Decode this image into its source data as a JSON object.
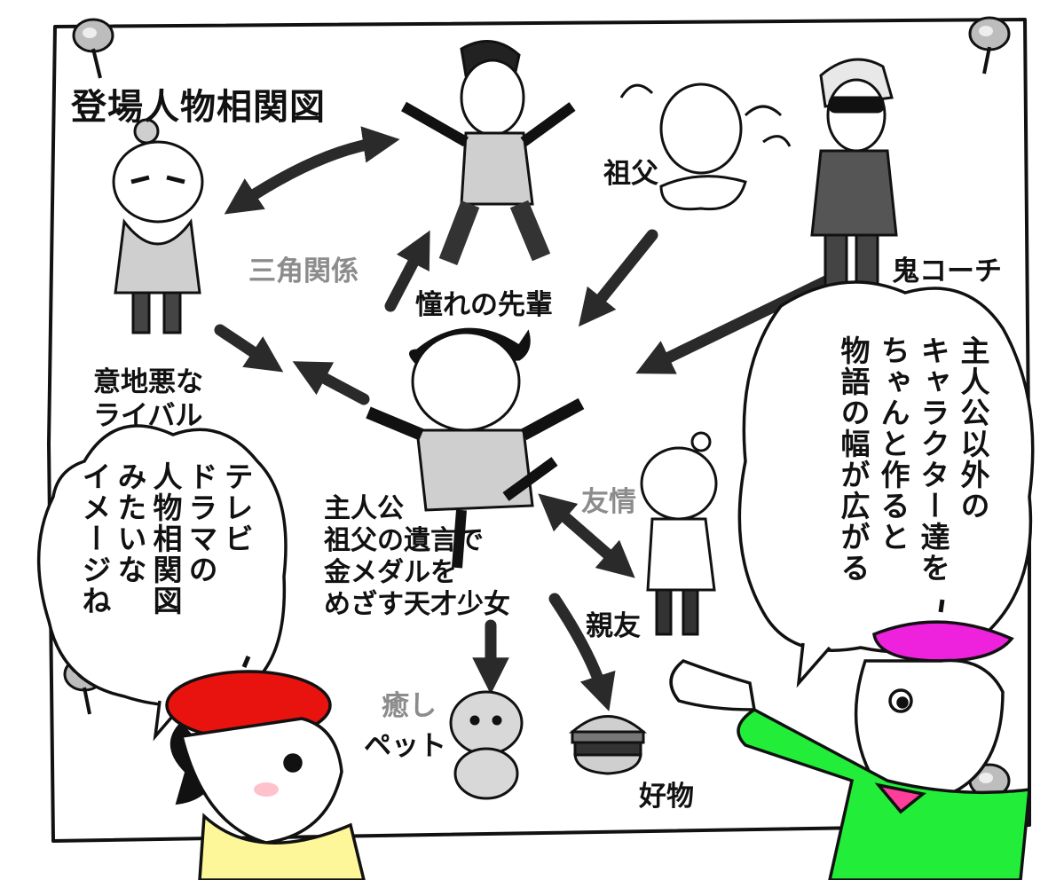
{
  "title": "登場人物相関図",
  "labels": {
    "senpai": "憧れの先輩",
    "grandfather": "祖父",
    "coach": "鬼コーチ",
    "triangle": "三角関係",
    "rival_1": "意地悪な",
    "rival_2": "ライバル",
    "friendship": "友情",
    "best_friend": "親友",
    "healing": "癒し",
    "pet": "ペット",
    "favorite_food": "好物"
  },
  "protagonist": {
    "line_1": "主人公",
    "line_2": "祖父の遺言で",
    "line_3": "金メダルを",
    "line_4": "めざす天才少女"
  },
  "bubble_left": {
    "col_1": "テレビ",
    "col_2": "ドラマの",
    "col_3": "人物相関図",
    "col_4": "みたいな",
    "col_5": "イメージね"
  },
  "bubble_right": {
    "col_1": "主人公以外の",
    "col_2": "キャラクター達を",
    "col_3": "ちゃんと作ると",
    "col_4": "物語の幅が広がる"
  },
  "icons": {
    "pins": [
      "pushpin-icon",
      "pushpin-icon",
      "pushpin-icon",
      "pushpin-icon"
    ]
  },
  "colors": {
    "red_beret": "#e8120f",
    "magenta_beret": "#ee22dd",
    "green_jacket": "#22ee3a",
    "yellow_shirt": "#fdf79a",
    "pink_collar": "#ff3d9a",
    "gray_label": "#8c8c8c",
    "outline": "#111111"
  }
}
